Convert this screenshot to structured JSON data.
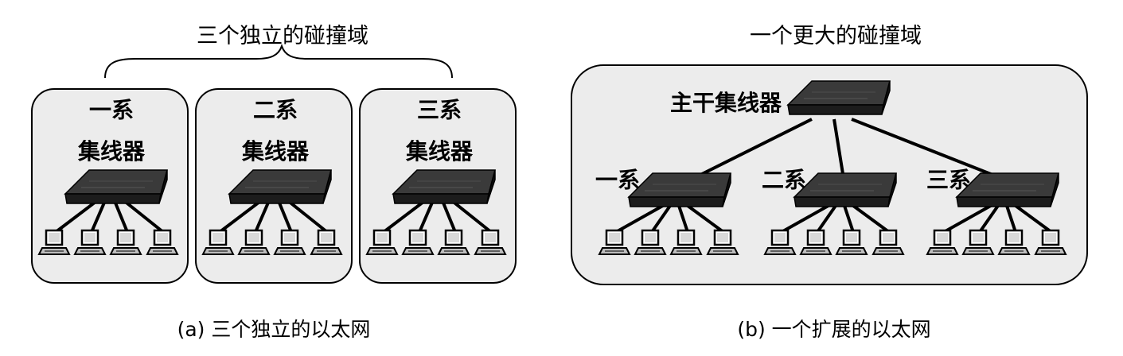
{
  "panel_a": {
    "title": "三个独立的碰撞域",
    "groups": [
      {
        "dept": "一系",
        "hub": "集线器"
      },
      {
        "dept": "二系",
        "hub": "集线器"
      },
      {
        "dept": "三系",
        "hub": "集线器"
      }
    ],
    "caption": "(a) 三个独立的以太网"
  },
  "panel_b": {
    "title": "一个更大的碰撞域",
    "backbone_hub": "主干集线器",
    "depts": [
      "一系",
      "二系",
      "三系"
    ],
    "caption": "(b) 一个扩展的以太网"
  },
  "colors": {
    "panel_fill": "#ececec",
    "hub_top": "#3d3d3d",
    "hub_side": "#1c1c1c",
    "pc_fill": "#bdbdbd"
  },
  "icons": [
    "hub-icon",
    "pc-icon"
  ]
}
